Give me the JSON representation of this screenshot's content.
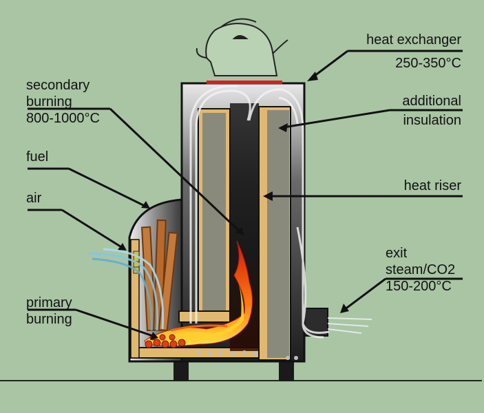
{
  "colors": {
    "background": "#a9c5a4",
    "stove_body": "#3a3a3a",
    "insulation": "#e0b870",
    "riser_wall": "#8a8a7c",
    "flame": "#ff5a10",
    "ember": "#e04010",
    "line": "#111111"
  },
  "labels": {
    "heat_exchanger": {
      "title": "heat exchanger",
      "temp": "250-350°C"
    },
    "secondary_burning": {
      "line1": "secondary",
      "line2": "burning",
      "temp": "800-1000°C"
    },
    "additional_insulation": {
      "line1": "additional",
      "line2": "insulation"
    },
    "fuel": "fuel",
    "air": "air",
    "heat_riser": "heat riser",
    "exit": {
      "line1": "exit",
      "line2": "steam/CO2",
      "temp": "150-200°C"
    },
    "primary_burning": {
      "line1": "primary",
      "line2": "burning"
    }
  },
  "icons": [
    "kettle-icon",
    "flame-icon",
    "ember-icon",
    "fuel-log-icon",
    "air-flow-icon",
    "smoke-swirl-icon"
  ]
}
